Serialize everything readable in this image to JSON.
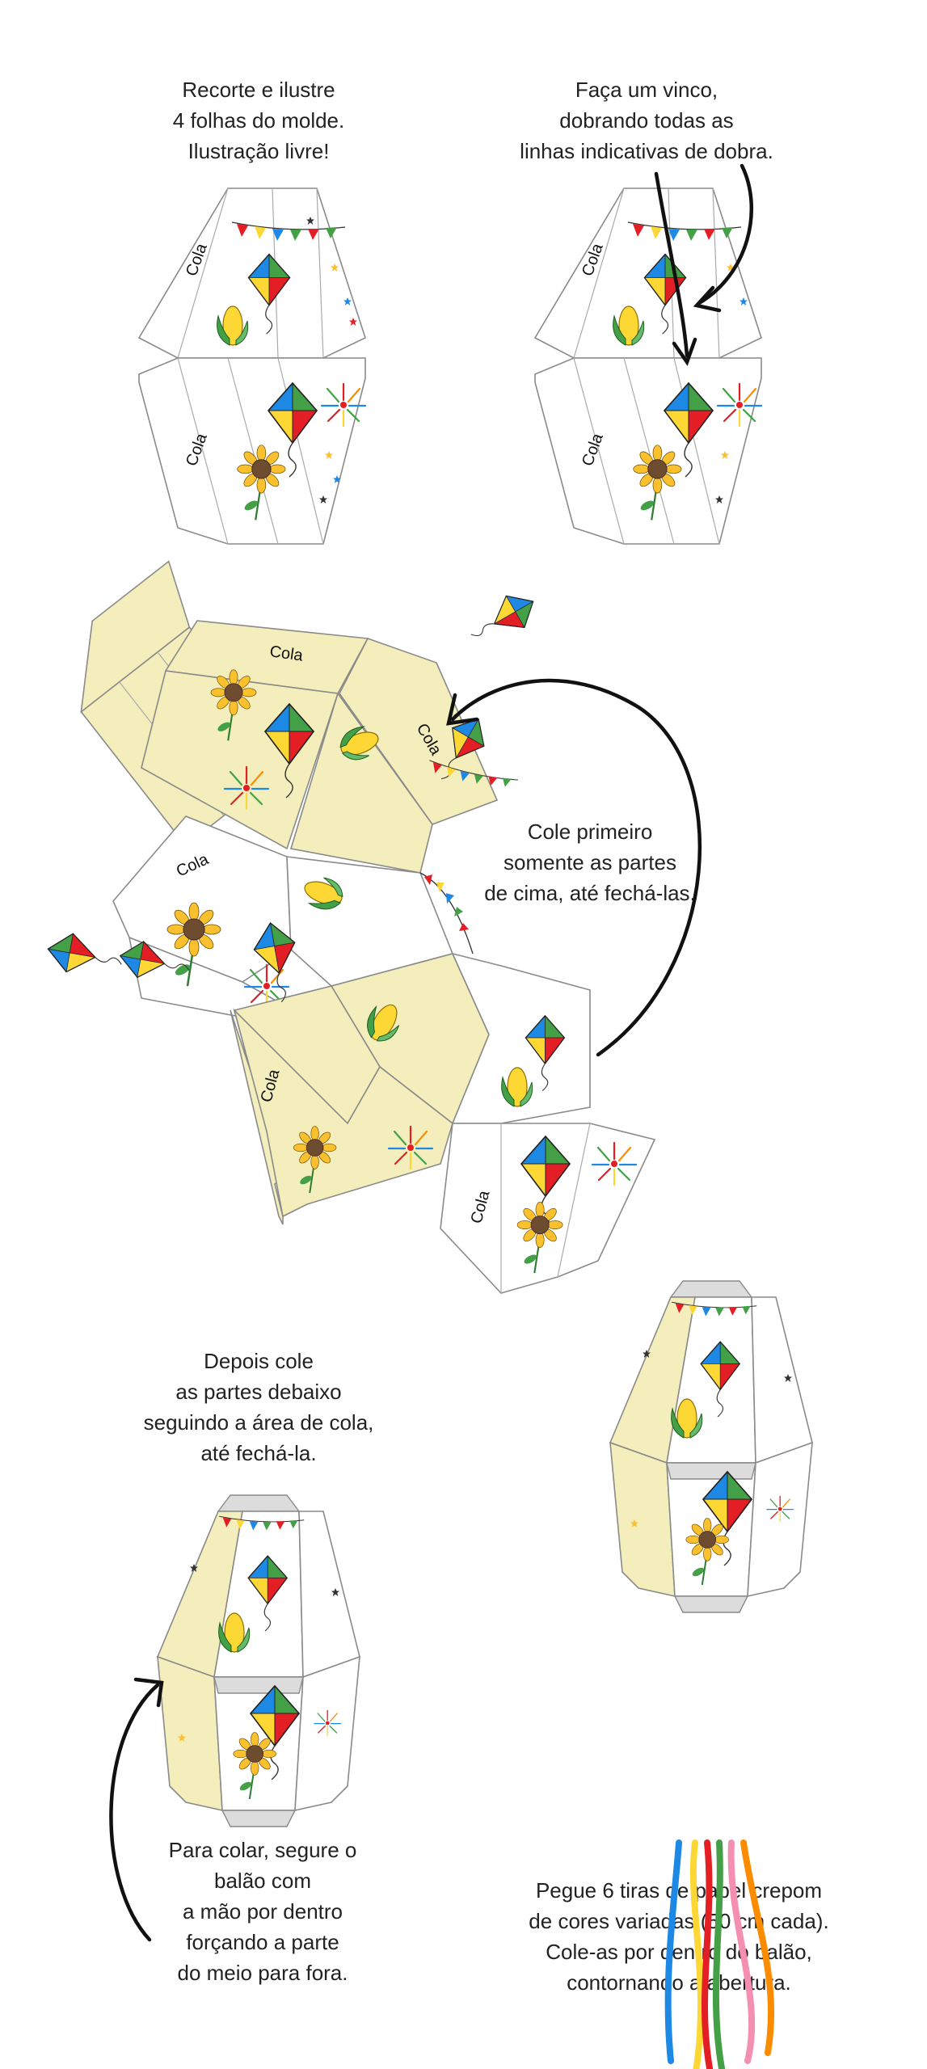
{
  "steps": {
    "step1": "Recorte e ilustre\n4 folhas do molde.\nIlustração livre!",
    "step2": "Faça um vinco,\ndobrando todas as\nlinhas indicativas de dobra.",
    "step3": "Cole primeiro\nsomente as partes\nde cima, até fechá-las.",
    "step4": "Depois cole\nas partes debaixo\nseguindo a área de cola,\naté fechá-la.",
    "step5": "Para colar, segure o\nbalão com\na mão por dentro\nforçando a parte\ndo meio para fora.",
    "step6": "Pegue 6 tiras de papel crepom\nde cores variadas (50 cm cada).\nCole-as por dentro do balão,\ncontornando a abertura."
  },
  "glue_label": "Cola",
  "colors": {
    "kite": [
      "#e31e24",
      "#1e88e5",
      "#43a047",
      "#fdd835"
    ],
    "ribbons": [
      "#1e88e5",
      "#fdd835",
      "#e31e24",
      "#43a047",
      "#f48fb1",
      "#fb8c00"
    ],
    "panel_yellow": "#f3eebb"
  },
  "icons": [
    "bunting-icon",
    "kite-icon",
    "corn-icon",
    "sunflower-icon",
    "firework-icon",
    "star-icon"
  ]
}
